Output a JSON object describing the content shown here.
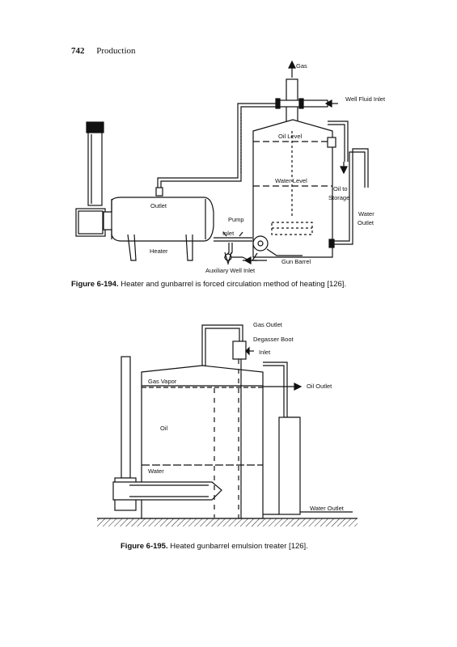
{
  "header": {
    "page_number": "742",
    "section": "Production"
  },
  "figure1": {
    "labels": {
      "gas": "Gas",
      "well_fluid_inlet": "Well Fluid Inlet",
      "oil_level": "Oil Level",
      "water_level": "Water Level",
      "oil_to": "Oil to",
      "storage": "Storage",
      "water": "Water",
      "outlet_right": "Outlet",
      "outlet_heater": "Outlet",
      "heater": "Heater",
      "pump": "Pump",
      "inlet": "Inlet",
      "gun_barrel": "Gun Barrel",
      "aux_well_inlet": "Auxiliary Well Inlet"
    },
    "caption_label": "Figure 6-194.",
    "caption_text": "Heater and gunbarrel is forced circulation method of heating [126]."
  },
  "figure2": {
    "labels": {
      "gas_outlet": "Gas Outlet",
      "degasser_boot": "Degasser Boot",
      "inlet": "Inlet",
      "gas_vapor": "Gas Vapor",
      "oil_outlet": "Oil Outlet",
      "oil": "Oil",
      "water": "Water",
      "water_outlet": "Water Outlet"
    },
    "caption_label": "Figure 6-195.",
    "caption_text": "Heated gunbarrel emulsion treater [126]."
  }
}
